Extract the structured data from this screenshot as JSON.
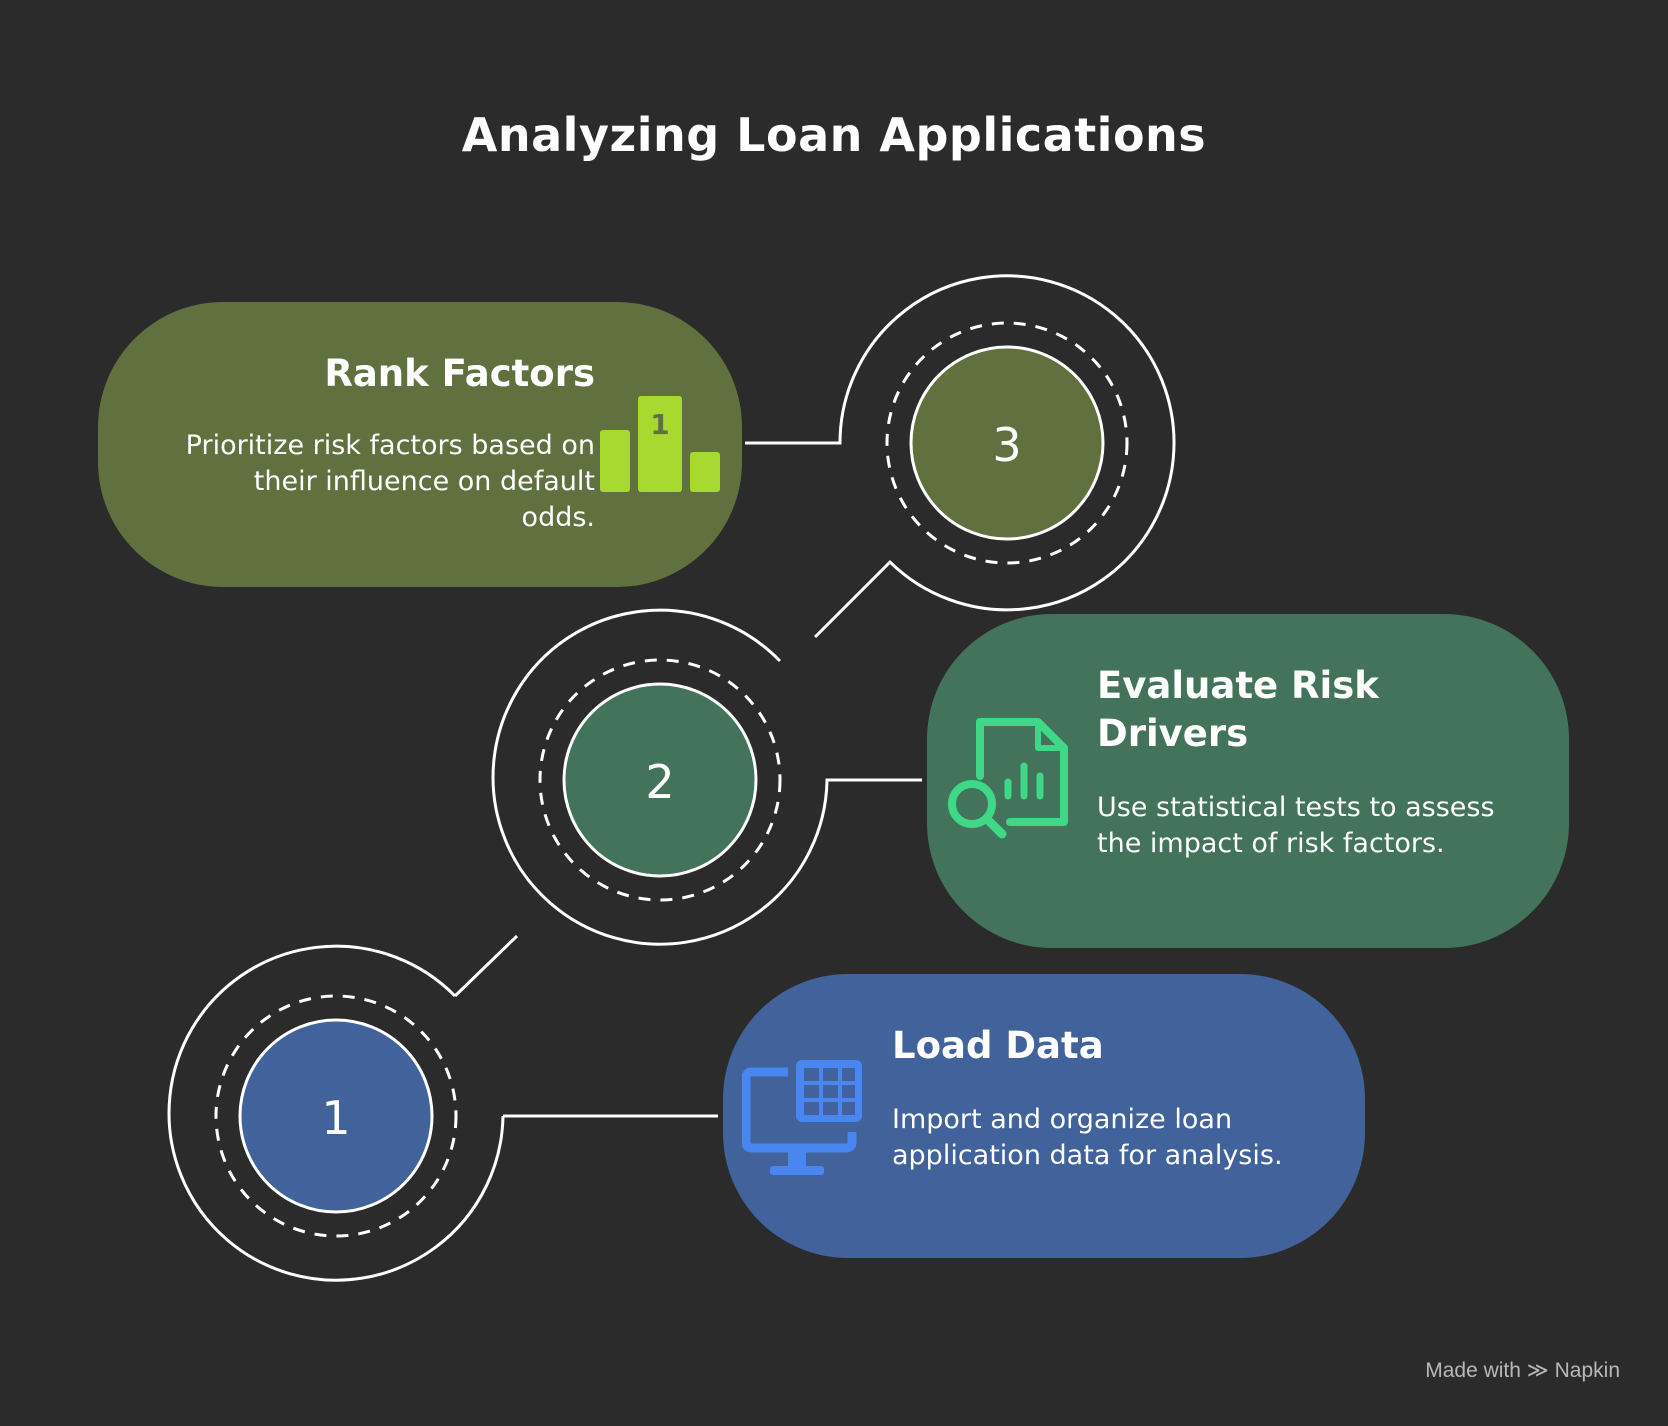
{
  "title": "Analyzing Loan Applications",
  "steps": [
    {
      "number": "1",
      "title": "Load Data",
      "description": "Import and organize loan application data for analysis.",
      "icon": "monitor-table-icon",
      "color": "#41629a",
      "icon_color": "#4a86f0"
    },
    {
      "number": "2",
      "title": "Evaluate Risk Drivers",
      "description": "Use statistical tests to assess the impact of risk factors.",
      "icon": "document-chart-search-icon",
      "color": "#43735a",
      "icon_color": "#3ed888"
    },
    {
      "number": "3",
      "title": "Rank Factors",
      "description": "Prioritize risk factors based on their influence on default odds.",
      "icon": "podium-ranking-icon",
      "color": "#61703f",
      "icon_color": "#a7d930"
    }
  ],
  "footer": {
    "prefix": "Made with",
    "brand": "Napkin"
  }
}
